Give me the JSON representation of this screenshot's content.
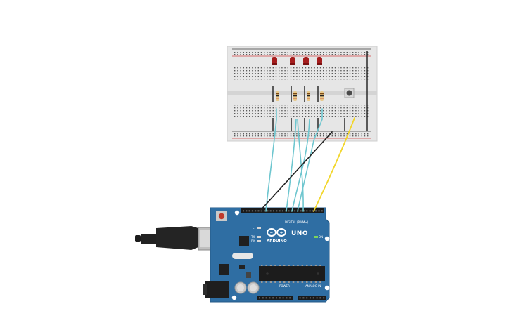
{
  "board": {
    "model": "UNO",
    "brand": "ARDUINO",
    "digital_label": "DIGITAL (PWM~)",
    "power_label": "POWER",
    "analog_label": "ANALOG IN",
    "on_label": "ON",
    "tx_label": "TX",
    "rx_label": "RX",
    "l_label": "L"
  },
  "colors": {
    "board": "#2f6ea3",
    "wire_cyan": "#6ec6cf",
    "wire_black": "#222222",
    "wire_yellow": "#f2d62b",
    "led": "#a51c1c",
    "breadboard": "#e4e4e4"
  },
  "components": {
    "leds": 4,
    "resistors": 4,
    "pushbuttons": 1
  }
}
